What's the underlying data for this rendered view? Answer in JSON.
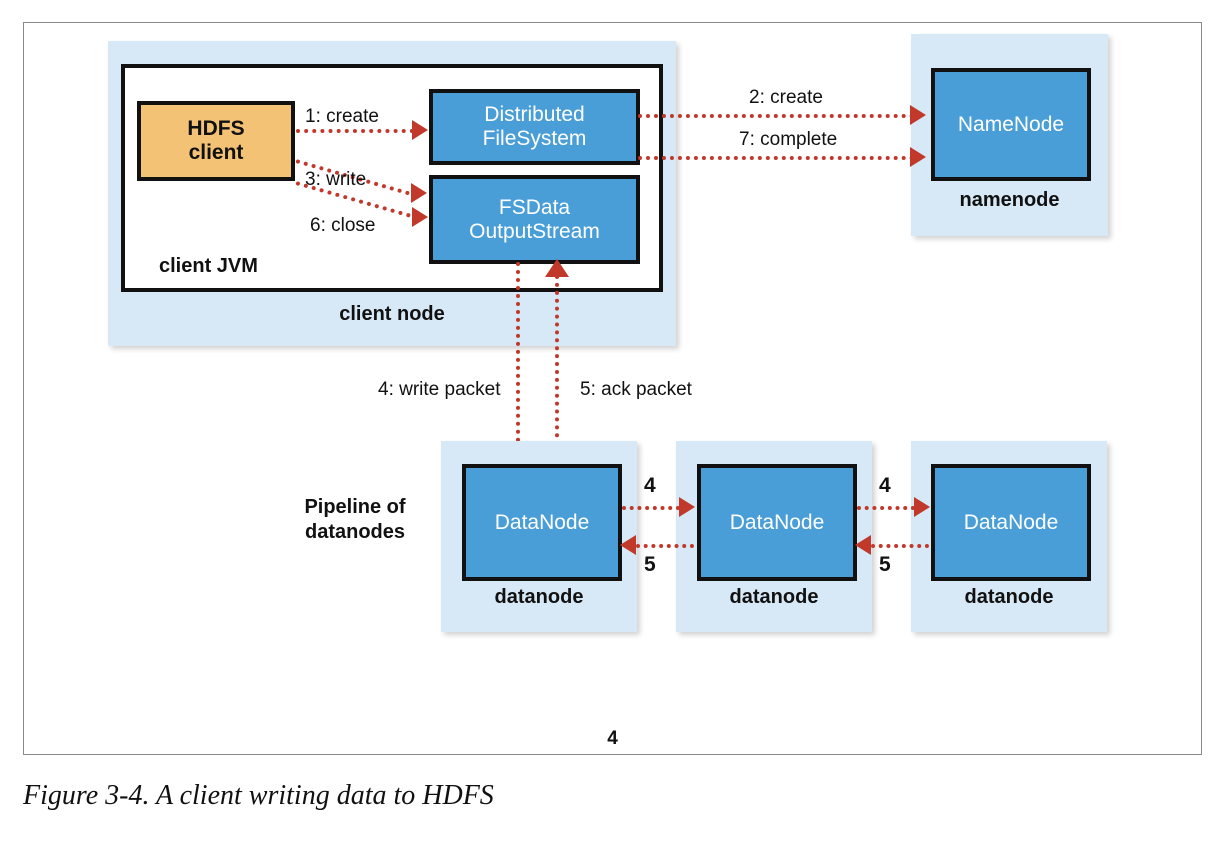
{
  "figure": {
    "caption": "Figure 3-4. A client writing data to HDFS",
    "page_number": "4"
  },
  "client_node": {
    "shell_label": "client node",
    "jvm_label": "client JVM",
    "hdfs_client": "HDFS\nclient",
    "hdfs_client_line1": "HDFS",
    "hdfs_client_line2": "client",
    "distributed_filesystem_line1": "Distributed",
    "distributed_filesystem_line2": "FileSystem",
    "fsdata_line1": "FSData",
    "fsdata_line2": "OutputStream"
  },
  "namenode": {
    "shell_label": "namenode",
    "box_label": "NameNode"
  },
  "pipeline": {
    "label_line1": "Pipeline of",
    "label_line2": "datanodes",
    "datanodes": [
      {
        "shell_label": "datanode",
        "box_label": "DataNode"
      },
      {
        "shell_label": "datanode",
        "box_label": "DataNode"
      },
      {
        "shell_label": "datanode",
        "box_label": "DataNode"
      }
    ]
  },
  "steps": {
    "s1": "1: create",
    "s2": "2: create",
    "s3": "3: write",
    "s4": "4: write packet",
    "s5": "5: ack packet",
    "s6": "6: close",
    "s7": "7: complete",
    "pipe_fwd_1": "4",
    "pipe_fwd_2": "4",
    "pipe_ack_1": "5",
    "pipe_ack_2": "5"
  },
  "colors": {
    "blue_box": "#4a9ed8",
    "pale_blue_shell": "#d7e9f6",
    "orange_box": "#f3c274",
    "arrow_red": "#c0392b",
    "outline": "#111111"
  }
}
